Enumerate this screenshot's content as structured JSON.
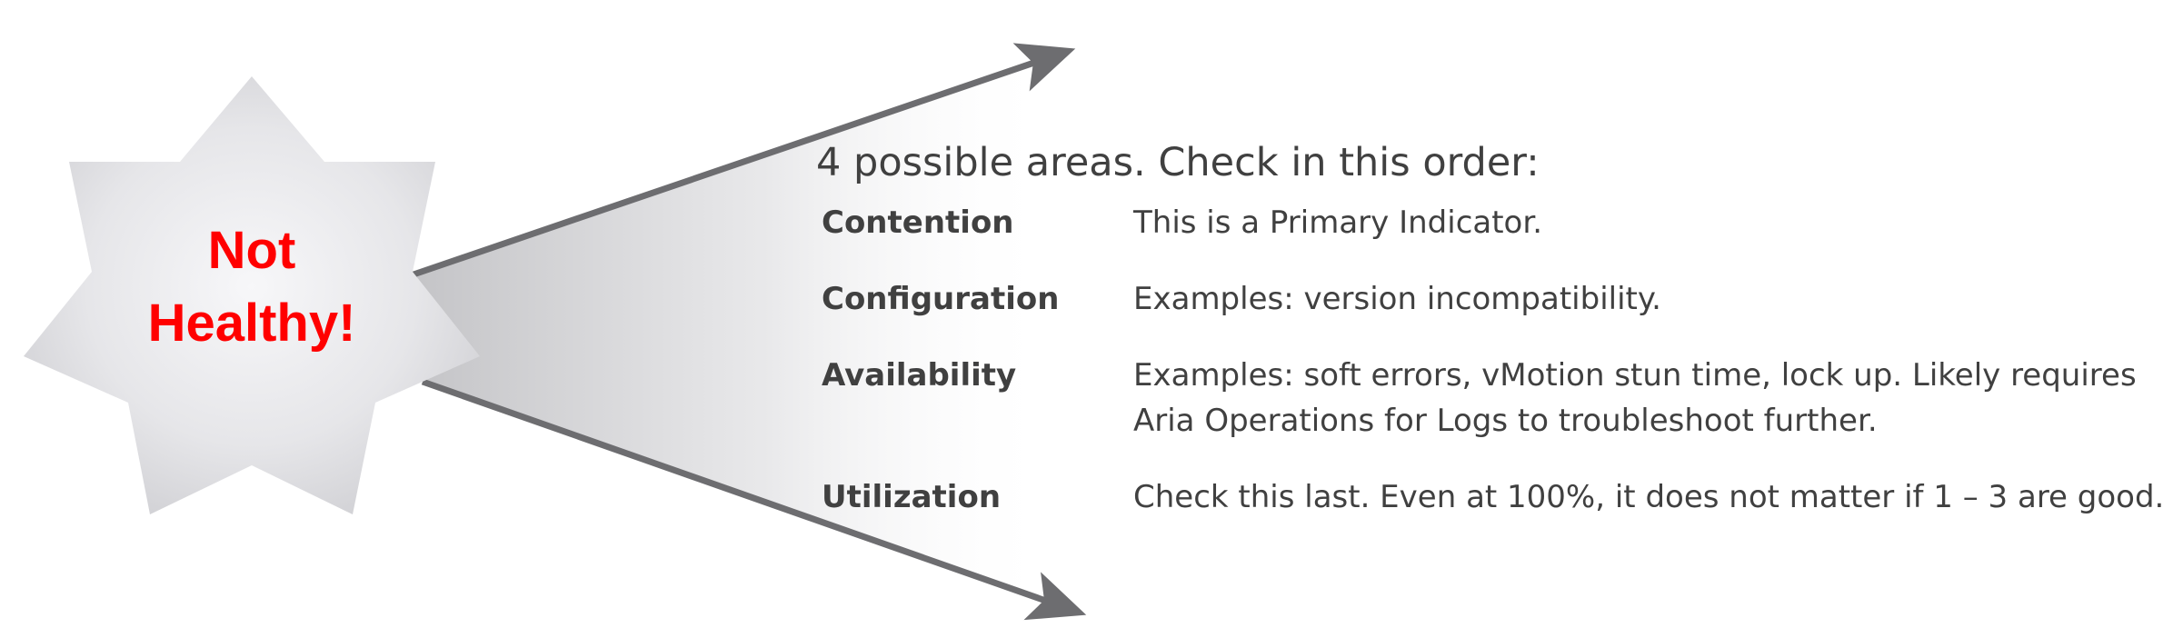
{
  "star": {
    "label_line1": "Not",
    "label_line2": "Healthy!"
  },
  "heading": "4 possible areas. Check in this order:",
  "areas": [
    {
      "name": "Contention",
      "description": "This is a Primary Indicator."
    },
    {
      "name": "Configuration",
      "description": "Examples: version incompatibility."
    },
    {
      "name": "Availability",
      "description": "Examples: soft errors, vMotion stun time, lock up. Likely requires\nAria Operations for Logs to troubleshoot further."
    },
    {
      "name": "Utilization",
      "description": "Check this last. Even at 100%, it does not matter if 1 – 3 are good."
    }
  ],
  "colors": {
    "star_label": "#ff0000",
    "arrow": "#6d6d70",
    "text": "#404040",
    "star_fill_center": "#f5f5f7",
    "star_fill_edge": "#d2d2d5",
    "cone_start": "#c9c9cc"
  }
}
